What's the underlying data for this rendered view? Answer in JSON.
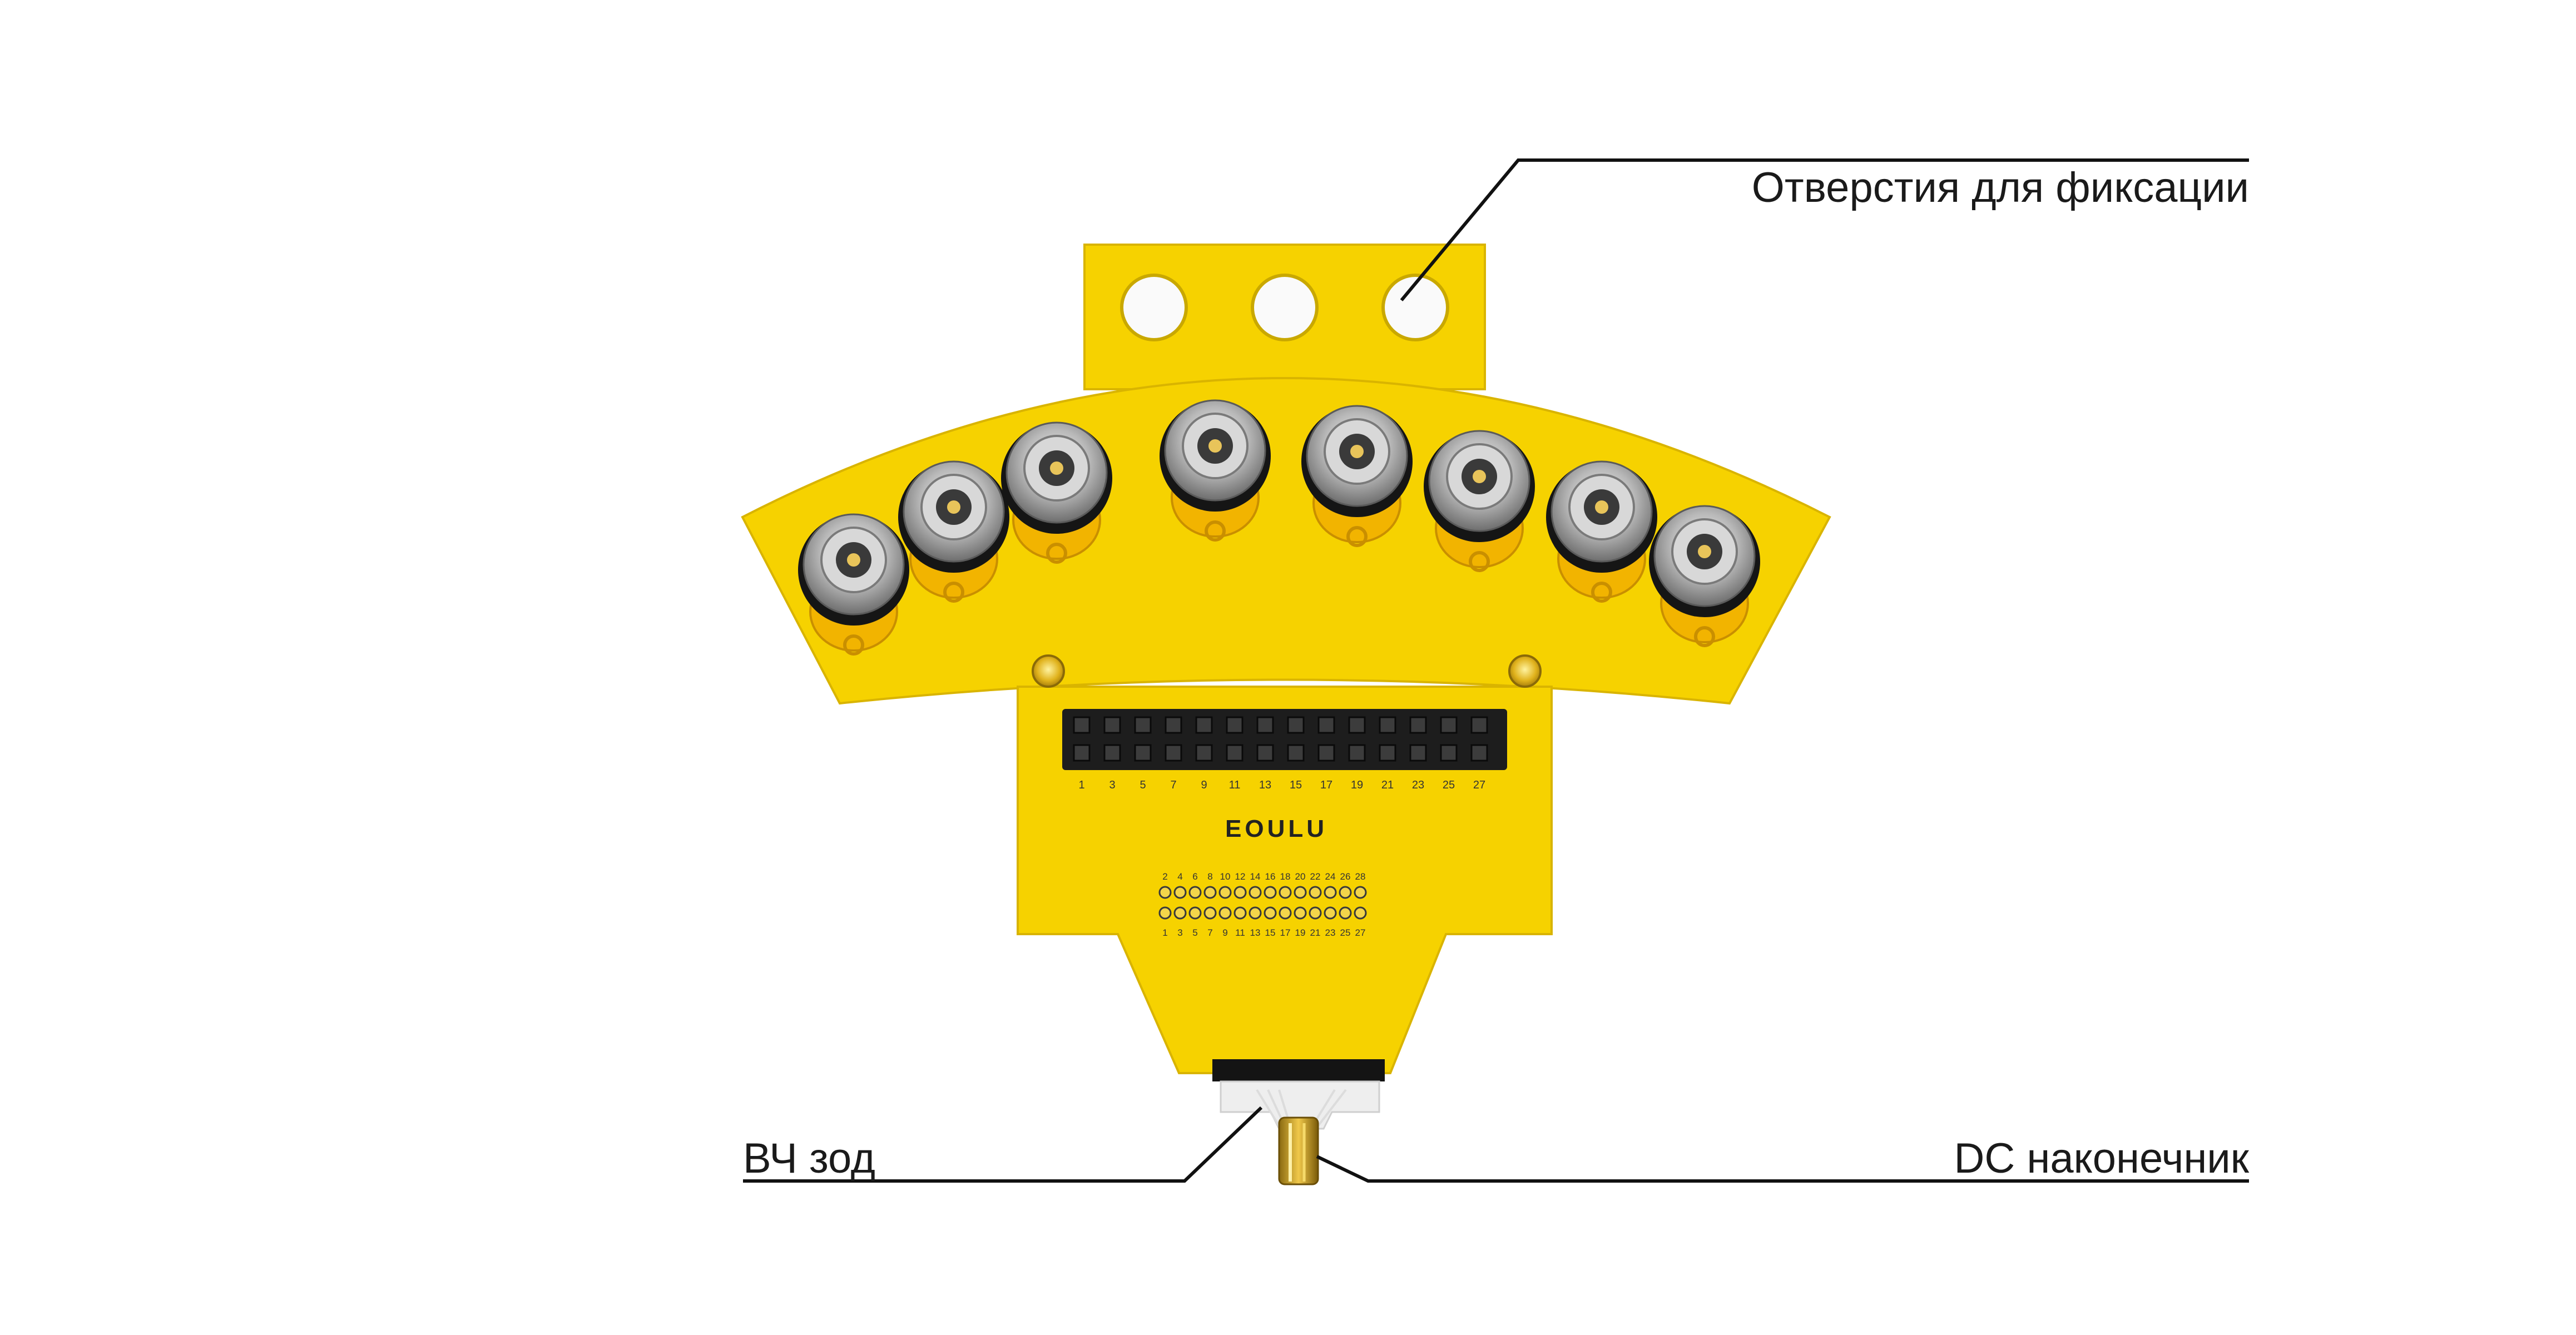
{
  "callouts": {
    "mounting_holes": "Отверстия для фиксации",
    "rf_probe": "ВЧ зод",
    "dc_tip": "DC наконечник"
  },
  "board": {
    "brand": "EOULU",
    "top_header_numbers": [
      "1",
      "3",
      "5",
      "7",
      "9",
      "11",
      "13",
      "15",
      "17",
      "19",
      "21",
      "23",
      "25",
      "27"
    ],
    "pad_numbers_even": [
      "2",
      "4",
      "6",
      "8",
      "10",
      "12",
      "14",
      "16",
      "18",
      "20",
      "22",
      "24",
      "26",
      "28"
    ],
    "pad_numbers_odd": [
      "1",
      "3",
      "5",
      "7",
      "9",
      "11",
      "13",
      "15",
      "17",
      "19",
      "21",
      "23",
      "25",
      "27"
    ]
  },
  "colors": {
    "board_yellow": "#f6d200",
    "board_edge": "#d9b400",
    "leader_line": "#111111",
    "connector_metal": "#b9b9b9"
  }
}
